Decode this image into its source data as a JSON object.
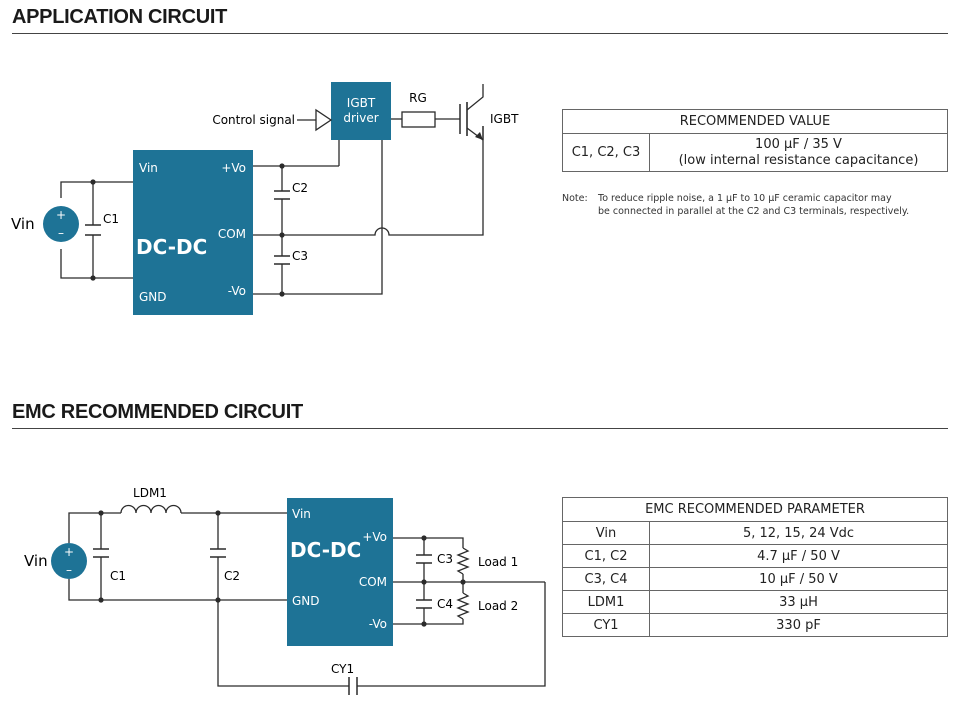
{
  "app": {
    "title": "APPLICATION CIRCUIT",
    "module": {
      "name": "DC-DC",
      "vin": "Vin",
      "gnd": "GND",
      "vo_pos": "+Vo",
      "com": "COM",
      "vo_neg": "-Vo"
    },
    "source_label": "Vin",
    "c1": "C1",
    "c2": "C2",
    "c3": "C3",
    "driver_line1": "IGBT",
    "driver_line2": "driver",
    "control_signal": "Control signal",
    "rg": "RG",
    "igbt": "IGBT",
    "table": {
      "header": "RECOMMENDED VALUE",
      "rows": [
        {
          "param": "C1, C2, C3",
          "value1": "100 µF / 35 V",
          "value2": "(low internal resistance capacitance)"
        }
      ]
    },
    "note_label": "Note:",
    "note_line1": "To reduce ripple noise, a 1 µF to 10 µF ceramic capacitor may",
    "note_line2": "be connected in parallel at the C2 and C3 terminals, respectively."
  },
  "emc": {
    "title": "EMC RECOMMENDED CIRCUIT",
    "module": {
      "name": "DC-DC",
      "vin": "Vin",
      "gnd": "GND",
      "vo_pos": "+Vo",
      "com": "COM",
      "vo_neg": "-Vo"
    },
    "source_label": "Vin",
    "ldm1": "LDM1",
    "c1": "C1",
    "c2": "C2",
    "c3": "C3",
    "c4": "C4",
    "load1": "Load 1",
    "load2": "Load 2",
    "cy1": "CY1",
    "table": {
      "header": "EMC RECOMMENDED PARAMETER",
      "rows": [
        {
          "param": "Vin",
          "value": "5, 12, 15, 24 Vdc"
        },
        {
          "param": "C1, C2",
          "value": "4.7 µF / 50 V"
        },
        {
          "param": "C3, C4",
          "value": "10 µF / 50 V"
        },
        {
          "param": "LDM1",
          "value": "33 µH"
        },
        {
          "param": "CY1",
          "value": "330 pF"
        }
      ]
    }
  },
  "colors": {
    "module": "#1e7396",
    "text": "#222222",
    "wire": "#2b2b2b"
  }
}
